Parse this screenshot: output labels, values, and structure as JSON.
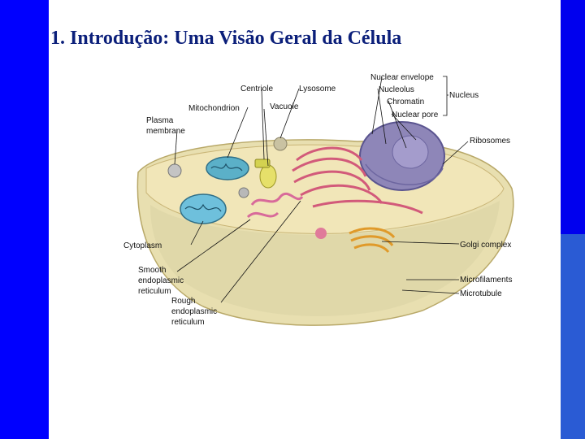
{
  "slide": {
    "title": "1. Introdução: Uma Visão Geral da Célula"
  },
  "diagram": {
    "labels": {
      "nuclear_envelope": "Nuclear envelope",
      "nucleolus": "Nucleolus",
      "chromatin": "Chromatin",
      "nuclear_pore": "Nuclear pore",
      "nucleus": "Nucleus",
      "centriole": "Centriole",
      "lysosome": "Lysosome",
      "mitochondrion": "Mitochondrion",
      "vacuole": "Vacuole",
      "plasma_membrane_1": "Plasma",
      "plasma_membrane_2": "membrane",
      "ribosomes": "Ribosomes",
      "cytoplasm": "Cytoplasm",
      "golgi_complex": "Golgi complex",
      "smooth_er_1": "Smooth",
      "smooth_er_2": "endoplasmic",
      "smooth_er_3": "reticulum",
      "rough_er_1": "Rough",
      "rough_er_2": "endoplasmic",
      "rough_er_3": "reticulum",
      "microfilaments": "Microfilaments",
      "microtubule": "Microtubule"
    }
  },
  "colors": {
    "side_bar": "#0000ff",
    "title_text": "#0b1f7a"
  }
}
